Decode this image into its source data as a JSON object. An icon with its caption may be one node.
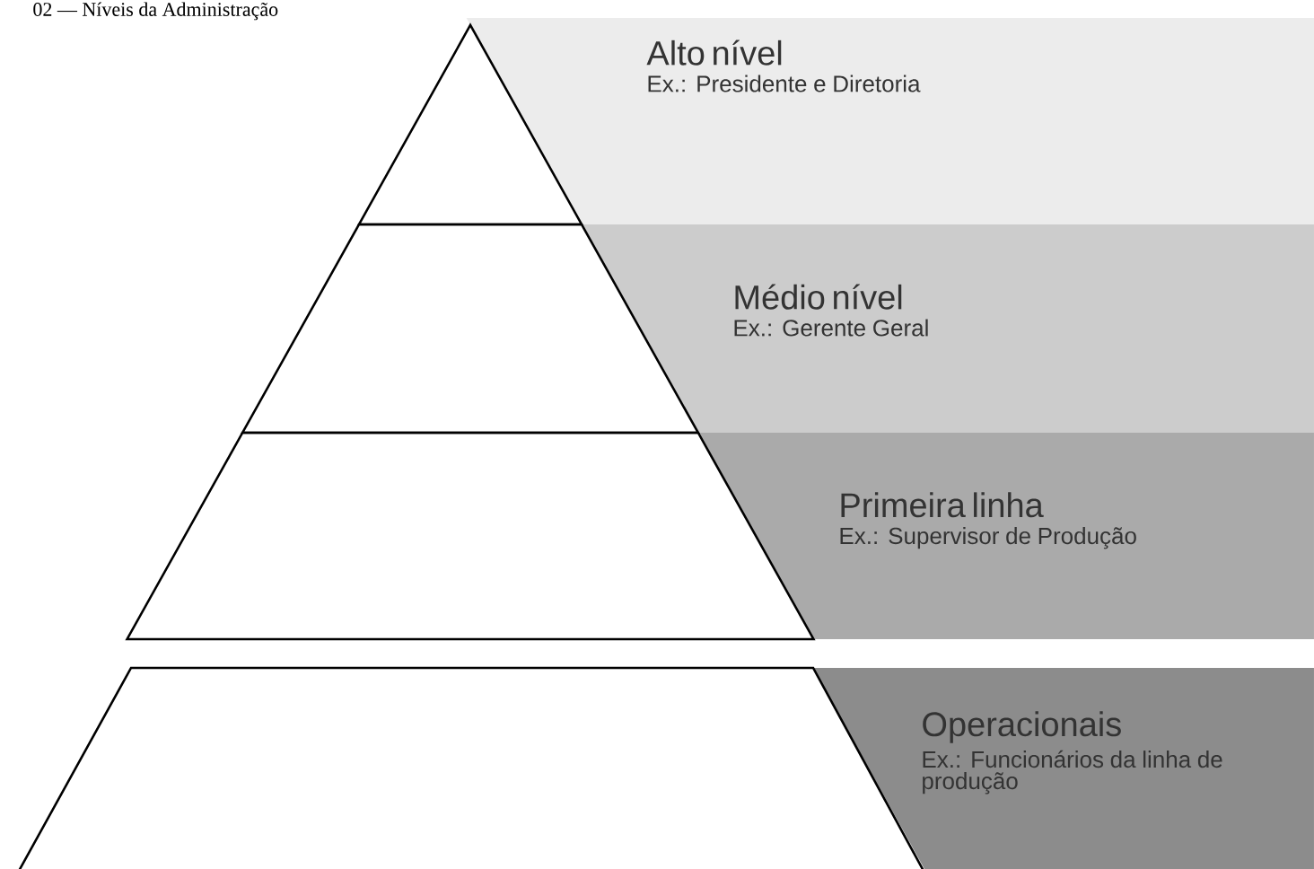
{
  "diagram": {
    "title": "02 — Níveis da Administração",
    "nodes": [
      {
        "text": [
          "Alto nível",
          "Ex.: Presidente e Diretoria"
        ]
      },
      {
        "text": [
          "Médio nível",
          "Ex.: Gerente Geral"
        ]
      },
      {
        "text": [
          "Primeira linha",
          "Ex.: Supervisor de Produção"
        ]
      },
      {
        "text": [
          "Operacionais",
          "Ex.: Funcionários da linha de produção"
        ]
      }
    ]
  }
}
